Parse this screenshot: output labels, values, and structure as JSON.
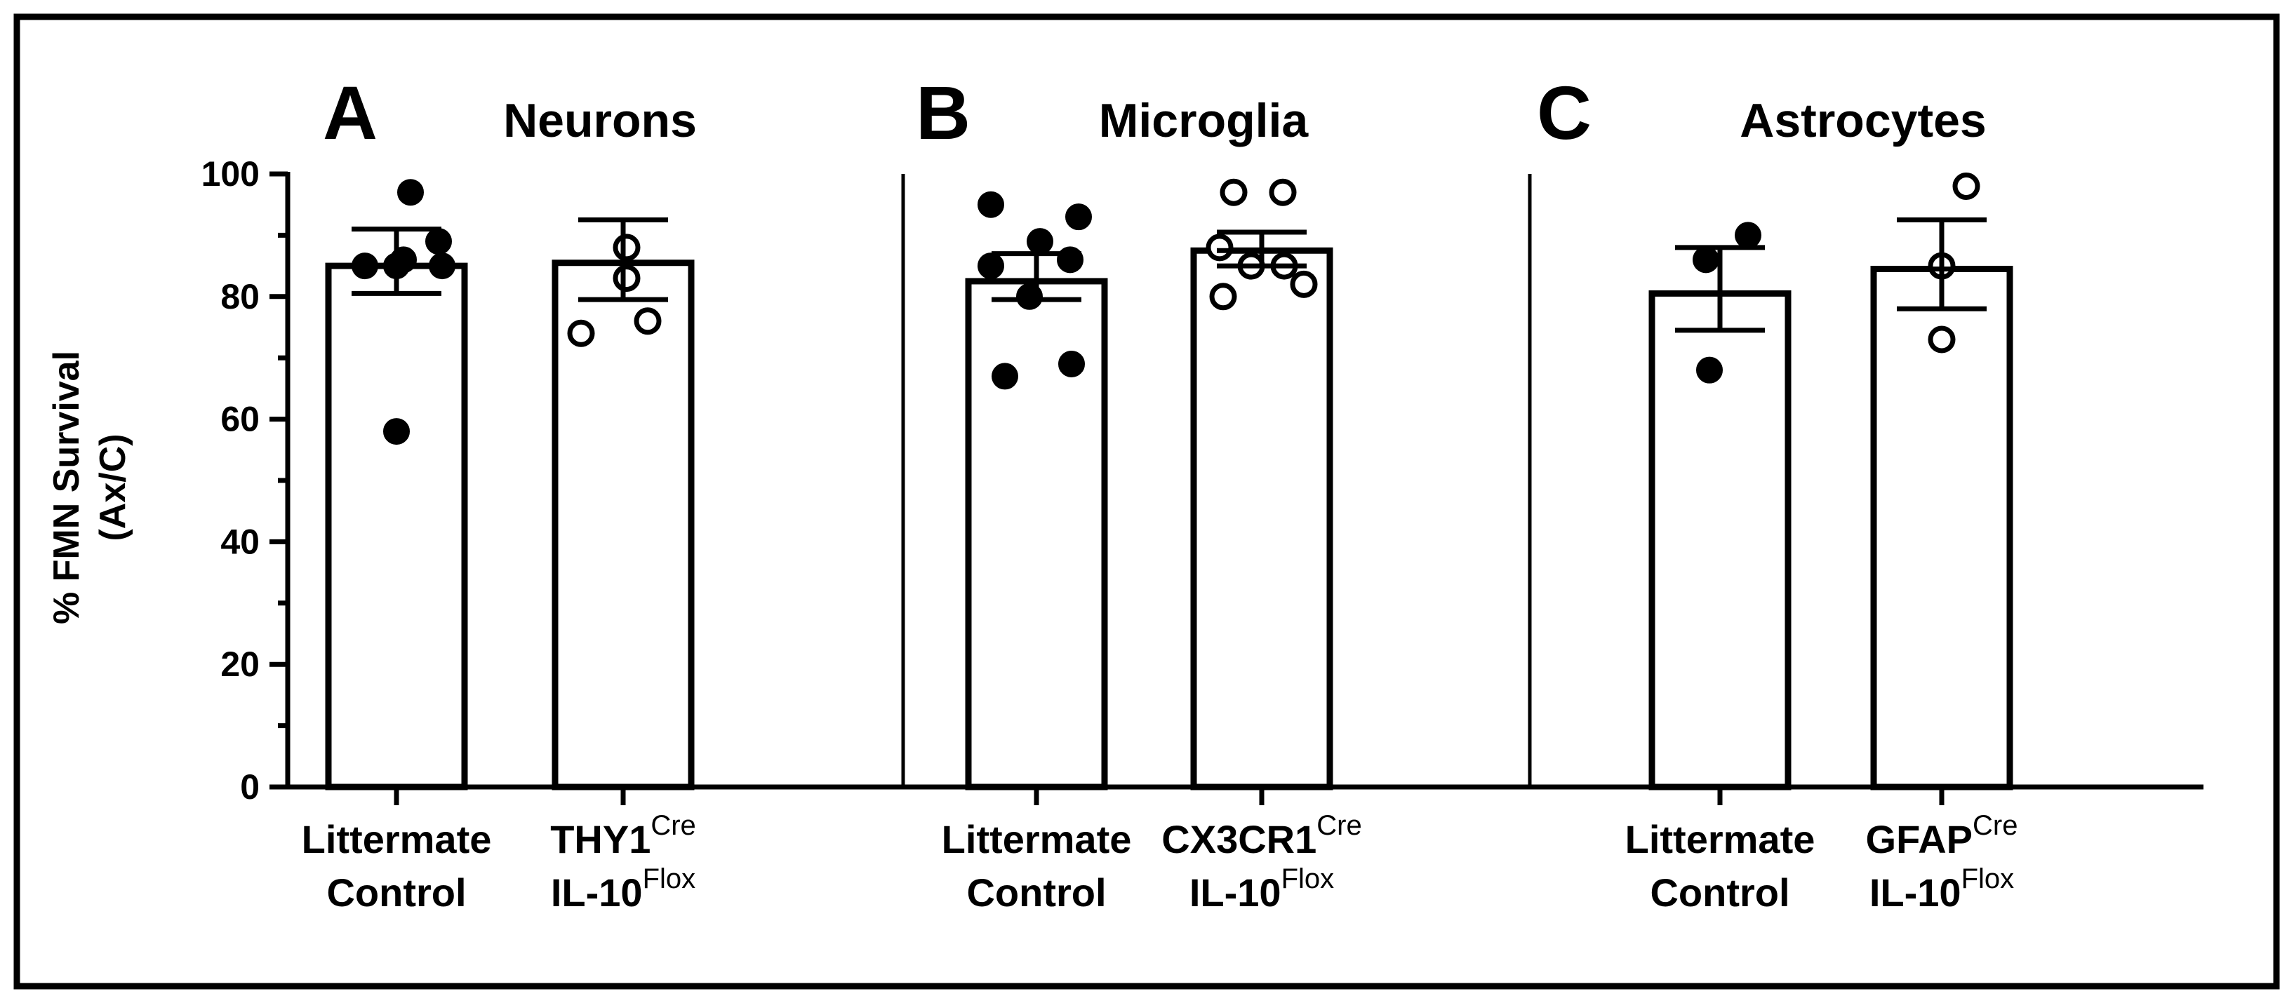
{
  "chart_data": {
    "type": "bar",
    "ylabel_line1": "% FMN Survival",
    "ylabel_line2": "(Ax/C)",
    "ylim": [
      0,
      100
    ],
    "yticks": [
      "0",
      "20",
      "40",
      "60",
      "80",
      "100"
    ],
    "grid": false,
    "legend": "none",
    "panels": [
      {
        "letter": "A",
        "title": "Neurons",
        "categories": [
          {
            "line1": "Littermate",
            "line1_sup": "",
            "line2": "Control",
            "line2_sup": ""
          },
          {
            "line1": "THY1",
            "line1_sup": "Cre",
            "line2": "IL-10",
            "line2_sup": "Flox"
          }
        ],
        "series": [
          {
            "mean": 85,
            "err_low": 80.5,
            "err_high": 91,
            "marker": "filled",
            "points": [
              97,
              89,
              85,
              86,
              85,
              85,
              58
            ]
          },
          {
            "mean": 85.5,
            "err_low": 79.5,
            "err_high": 92.5,
            "marker": "open",
            "points": [
              88,
              83,
              74,
              76
            ]
          }
        ]
      },
      {
        "letter": "B",
        "title": "Microglia",
        "categories": [
          {
            "line1": "Littermate",
            "line1_sup": "",
            "line2": "Control",
            "line2_sup": ""
          },
          {
            "line1": "CX3CR1",
            "line1_sup": "Cre",
            "line2": "IL-10",
            "line2_sup": "Flox"
          }
        ],
        "series": [
          {
            "mean": 82.5,
            "err_low": 79.5,
            "err_high": 87,
            "marker": "filled",
            "points": [
              95,
              89,
              93,
              85,
              80,
              86,
              67,
              69
            ]
          },
          {
            "mean": 87.5,
            "err_low": 85,
            "err_high": 90.5,
            "marker": "open",
            "points": [
              97,
              97,
              88,
              85,
              85,
              80,
              82
            ]
          }
        ]
      },
      {
        "letter": "C",
        "title": "Astrocytes",
        "categories": [
          {
            "line1": "Littermate",
            "line1_sup": "",
            "line2": "Control",
            "line2_sup": ""
          },
          {
            "line1": "GFAP",
            "line1_sup": "Cre",
            "line2": "IL-10",
            "line2_sup": "Flox"
          }
        ],
        "series": [
          {
            "mean": 80.5,
            "err_low": 74.5,
            "err_high": 88,
            "marker": "filled",
            "points": [
              90,
              86,
              68
            ]
          },
          {
            "mean": 84.5,
            "err_low": 78,
            "err_high": 92.5,
            "marker": "open",
            "points": [
              98,
              85,
              73
            ]
          }
        ]
      }
    ]
  }
}
